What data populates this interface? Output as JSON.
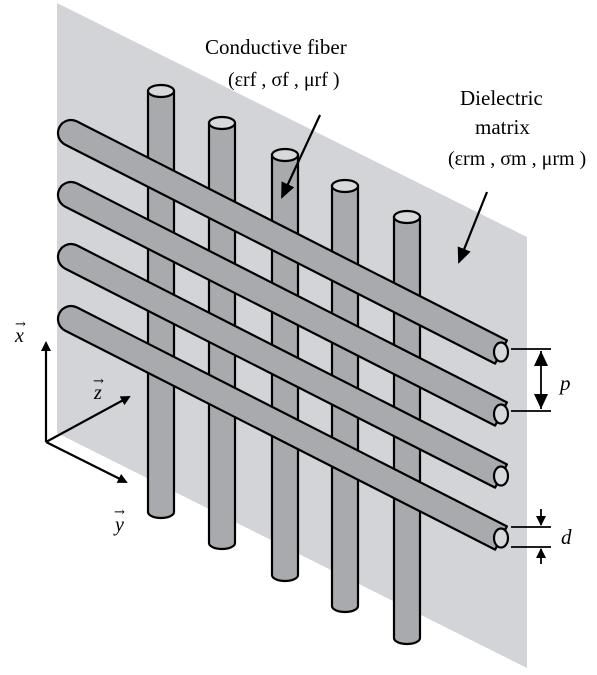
{
  "labels": {
    "conductive_fiber": {
      "title": "Conductive fiber",
      "params": "(εrf , σf , μrf )"
    },
    "dielectric_matrix": {
      "line1": "Dielectric",
      "line2": "matrix",
      "params": "(εrm , σm , μrm )"
    },
    "period": "p",
    "diameter": "d",
    "axes": {
      "x": "x",
      "y": "y",
      "z": "z"
    }
  },
  "structure": {
    "vertical_fiber_count": 5,
    "horizontal_fiber_count": 4
  },
  "colors": {
    "matrix_fill": "#d3d4d8",
    "fiber_fill": "#a8aaad",
    "fiber_end": "#d8d9dc",
    "stroke": "#000000"
  }
}
